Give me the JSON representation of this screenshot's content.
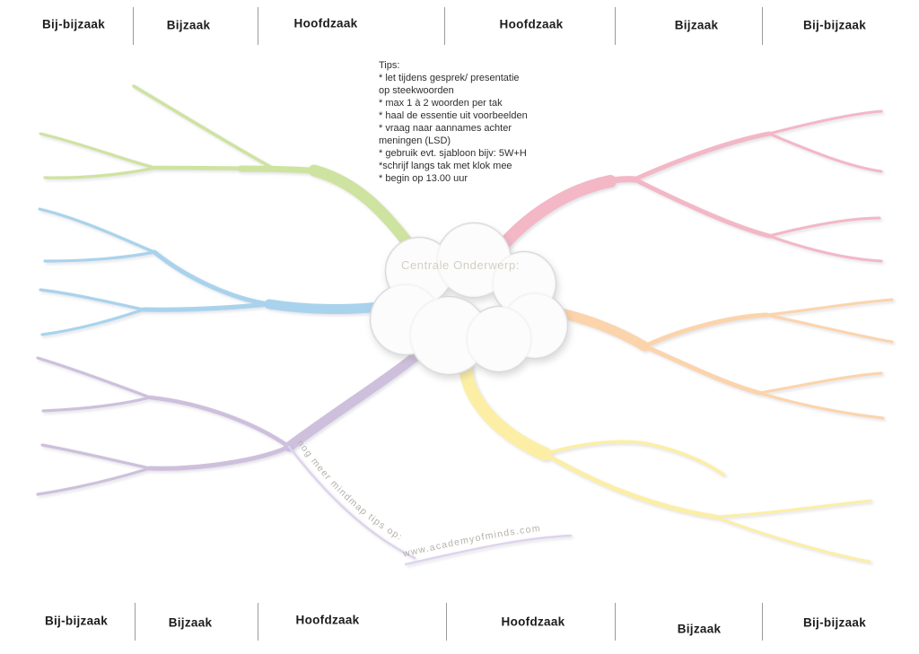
{
  "zones": {
    "top": [
      "Bij-bijzaak",
      "Bijzaak",
      "Hoofdzaak",
      "Hoofdzaak",
      "Bijzaak",
      "Bij-bijzaak"
    ],
    "bottom": [
      "Bij-bijzaak",
      "Bijzaak",
      "Hoofdzaak",
      "Hoofdzaak",
      "Bijzaak",
      "Bij-bijzaak"
    ]
  },
  "tips_text": "Tips:\n* let tijdens gesprek/ presentatie\nop steekwoorden\n* max 1 à 2 woorden per tak\n* haal de essentie uit voorbeelden\n* vraag naar aannames achter\nmeningen (LSD)\n* gebruik evt. sjabloon bijv: 5W+H\n*schrijf langs tak met klok mee\n* begin op 13.00 uur",
  "central_topic": "Centrale Onderwerp:",
  "watermark": {
    "line1": "nog meer mindmap tips op:",
    "line2": "www.academyofminds.com"
  },
  "colors": {
    "green": "#cfe3a0",
    "blue": "#a9d3ec",
    "purple": "#cec0dc",
    "pink": "#f3b7c6",
    "orange": "#fcd4ab",
    "yellow": "#fcefa5",
    "watermark_line": "#ded3ec",
    "watermark_text": "#b5b1ab",
    "cloud_border": "#d9d9d9",
    "cloud_text": "#d4cfc2"
  }
}
